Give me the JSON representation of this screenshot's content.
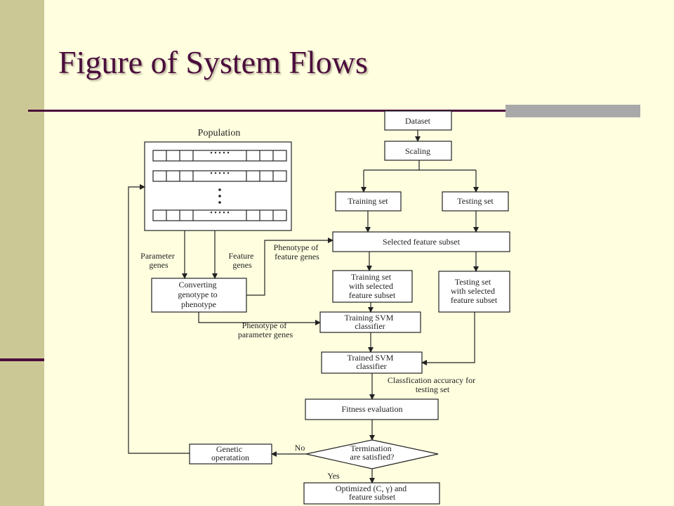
{
  "slide": {
    "title": "Figure of System Flows",
    "colors": {
      "background": "#FFFFE0",
      "sidebar": "#CCC896",
      "accent": "#4B0D3C",
      "rule_grey": "#A9A9A9"
    }
  },
  "flow": {
    "population_label": "Population",
    "dots": "• • • • •",
    "dataset": "Dataset",
    "scaling": "Scaling",
    "training_set": "Training set",
    "testing_set": "Testing set",
    "selected_feature_subset": "Selected feature subset",
    "training_selected": [
      "Training set",
      "with selected",
      "feature subset"
    ],
    "testing_selected": [
      "Testing set",
      "with selected",
      "feature subset"
    ],
    "training_svm": [
      "Training SVM",
      "classifier"
    ],
    "trained_svm": [
      "Trained SVM",
      "classifier"
    ],
    "converting": [
      "Converting",
      "genotype to",
      "phenotype"
    ],
    "parameter_genes": [
      "Parameter",
      "genes"
    ],
    "feature_genes": [
      "Feature",
      "genes"
    ],
    "phenotype_feature": [
      "Phenotype of",
      "feature genes"
    ],
    "phenotype_parameter": [
      "Phenotype of",
      "parameter genes"
    ],
    "accuracy": [
      "Classfication accuracy for",
      "testing set"
    ],
    "fitness": "Fitness evaluation",
    "termination": [
      "Termination",
      "are satisfied?"
    ],
    "genetic": [
      "Genetic",
      "operatation"
    ],
    "no": "No",
    "yes": "Yes",
    "optimized": [
      "Optimized (C, γ) and",
      "feature subset"
    ]
  }
}
